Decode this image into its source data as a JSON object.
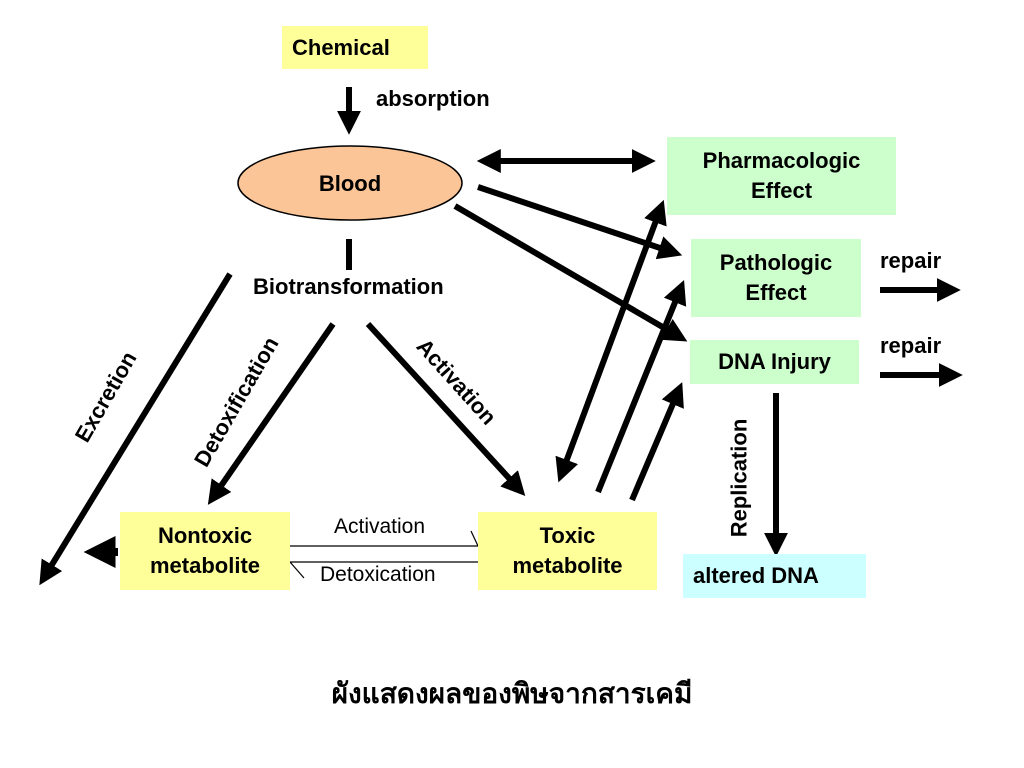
{
  "nodes": {
    "chemical": "Chemical",
    "blood": "Blood",
    "biotransformation": "Biotransformation",
    "pharmacologic": "Pharmacologic\nEffect",
    "pathologic": "Pathologic\nEffect",
    "dna_injury": "DNA Injury",
    "nontoxic": "Nontoxic\nmetabolite",
    "toxic": "Toxic\nmetabolite",
    "altered_dna": "altered DNA"
  },
  "labels": {
    "absorption": "absorption",
    "excretion": "Excretion",
    "detoxification": "Detoxification",
    "activation_diag": "Activation",
    "activation_eq": "Activation",
    "detoxication_eq": "Detoxication",
    "repair_1": "repair",
    "repair_2": "repair",
    "replication": "Replication"
  },
  "caption": "ผังแสดงผลของพิษจากสารเคมี",
  "colors": {
    "yellow_box": "#ffff99",
    "green_box": "#ccffcc",
    "cyan_box": "#ccffff",
    "blood_fill": "#fbc597"
  }
}
